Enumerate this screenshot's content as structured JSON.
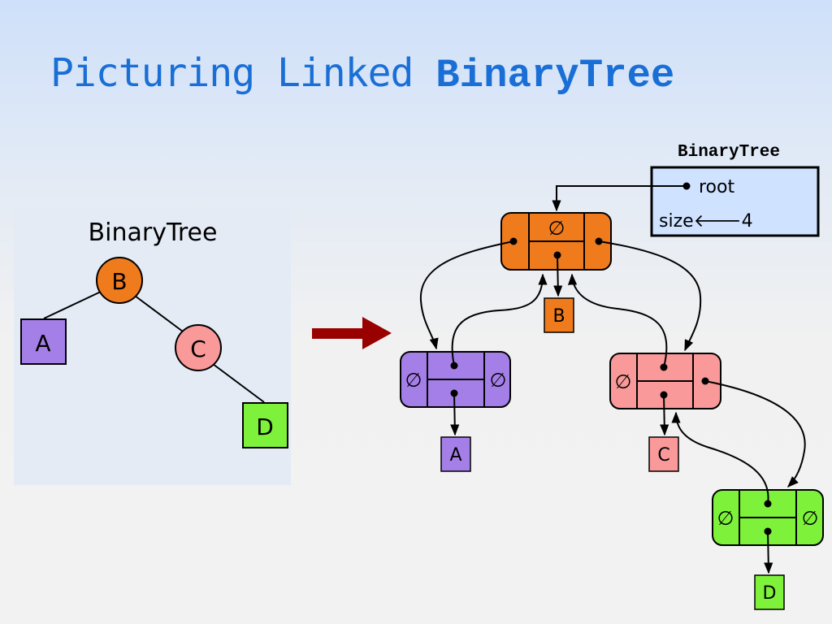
{
  "title": {
    "normal": "Picturing Linked ",
    "code": "BinaryTree"
  },
  "abstract_tree": {
    "label": "BinaryTree",
    "nodes": [
      {
        "id": "B",
        "label": "B",
        "shape": "circle",
        "color": "#f07b1c"
      },
      {
        "id": "A",
        "label": "A",
        "shape": "square",
        "color": "#a57fe8"
      },
      {
        "id": "C",
        "label": "C",
        "shape": "circle",
        "color": "#f99999"
      },
      {
        "id": "D",
        "label": "D",
        "shape": "square",
        "color": "#7ef23b"
      }
    ],
    "edges": [
      [
        "B",
        "A"
      ],
      [
        "B",
        "C"
      ],
      [
        "C",
        "D"
      ]
    ]
  },
  "arrow_color": "#990000",
  "binary_tree_box": {
    "header": "BinaryTree",
    "root_label": "root",
    "size_label": "size",
    "size_value": "4",
    "fill": "#cfe2ff"
  },
  "linked_nodes": [
    {
      "id": "B",
      "element": "B",
      "fill": "#f07b1c",
      "parent": "∅",
      "left": "",
      "right": ""
    },
    {
      "id": "A",
      "element": "A",
      "fill": "#a57fe8",
      "parent": "",
      "left": "∅",
      "right": "∅"
    },
    {
      "id": "C",
      "element": "C",
      "fill": "#f99999",
      "parent": "",
      "left": "∅",
      "right": ""
    },
    {
      "id": "D",
      "element": "D",
      "fill": "#7ef23b",
      "parent": "",
      "left": "∅",
      "right": "∅"
    }
  ]
}
